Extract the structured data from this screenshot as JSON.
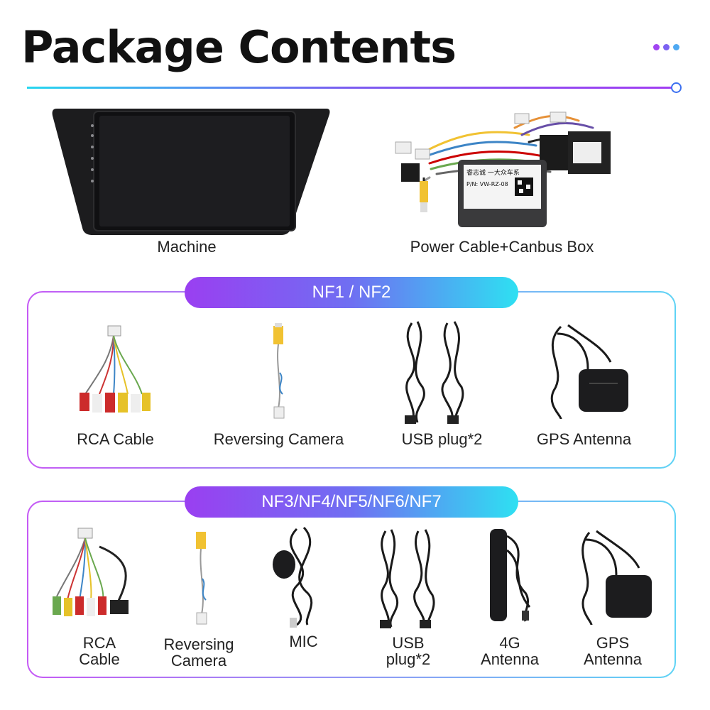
{
  "header": {
    "title": "Package Contents"
  },
  "colors": {
    "accent_start": "#9a3ff1",
    "accent_end": "#2ee0f2",
    "dot_1": "#a145f2",
    "dot_2": "#7c62f2",
    "dot_3": "#4fa9f2"
  },
  "top_items": {
    "machine": "Machine",
    "power_cable": "Power Cable+Canbus Box"
  },
  "section1": {
    "pill": "NF1 / NF2",
    "items": [
      "RCA Cable",
      "Reversing Camera",
      "USB plug*2",
      "GPS Antenna"
    ]
  },
  "section2": {
    "pill": "NF3/NF4/NF5/NF6/NF7",
    "items": [
      {
        "line1": "RCA",
        "line2": "Cable"
      },
      {
        "line1": "Reversing",
        "line2": "Camera"
      },
      {
        "line1": "MIC",
        "line2": ""
      },
      {
        "line1": "USB",
        "line2": "plug*2"
      },
      {
        "line1": "4G",
        "line2": "Antenna"
      },
      {
        "line1": "GPS",
        "line2": "Antenna"
      }
    ]
  },
  "canbus_label": {
    "line1": "睿志诚 一大众车系",
    "line2": "P/N: VW-RZ-08"
  }
}
